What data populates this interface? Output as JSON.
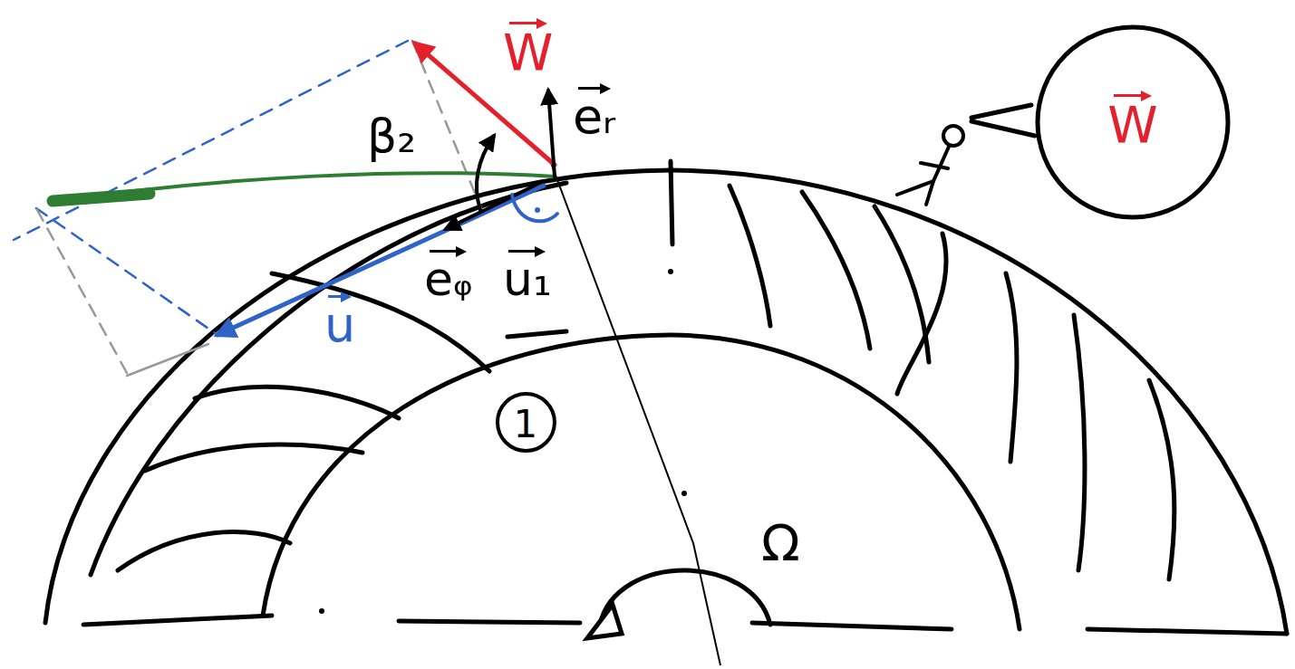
{
  "diagram": {
    "nodes": [
      {
        "text": [
          "W"
        ]
      },
      {
        "text": [
          "1"
        ]
      }
    ],
    "labels": [
      "W",
      "eᵣ",
      "β₂",
      "eᵩ",
      "u₁",
      "u",
      "Ω"
    ]
  }
}
